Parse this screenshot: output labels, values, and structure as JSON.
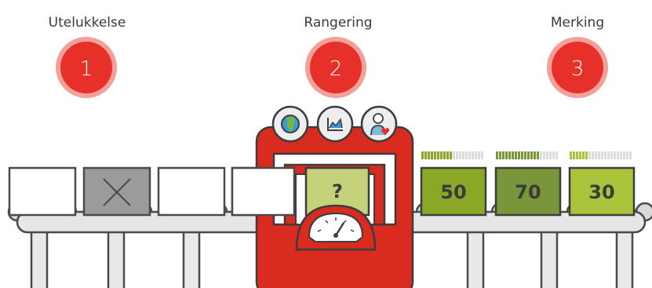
{
  "steps": [
    {
      "label": "Utelukkelse",
      "number": "1"
    },
    {
      "label": "Rangering",
      "number": "2"
    },
    {
      "label": "Merking",
      "number": "3"
    }
  ],
  "machine": {
    "question": "?",
    "icons": [
      "globe-icon",
      "chart-icon",
      "person-heart-icon"
    ],
    "gauge_icon": "gauge-icon"
  },
  "scored_boxes": [
    {
      "score": "50",
      "bar_level": 0.5
    },
    {
      "score": "70",
      "bar_level": 0.7
    },
    {
      "score": "30",
      "bar_level": 0.3
    }
  ],
  "colors": {
    "step_circle": "#e8302a",
    "step_halo": "#f2a09a",
    "machine_red": "#d92b20",
    "green_50": "#8aa826",
    "green_70": "#79963a",
    "green_30": "#a9c43a",
    "question_box": "#c5d27a",
    "excluded_box": "#9b9b9b"
  }
}
